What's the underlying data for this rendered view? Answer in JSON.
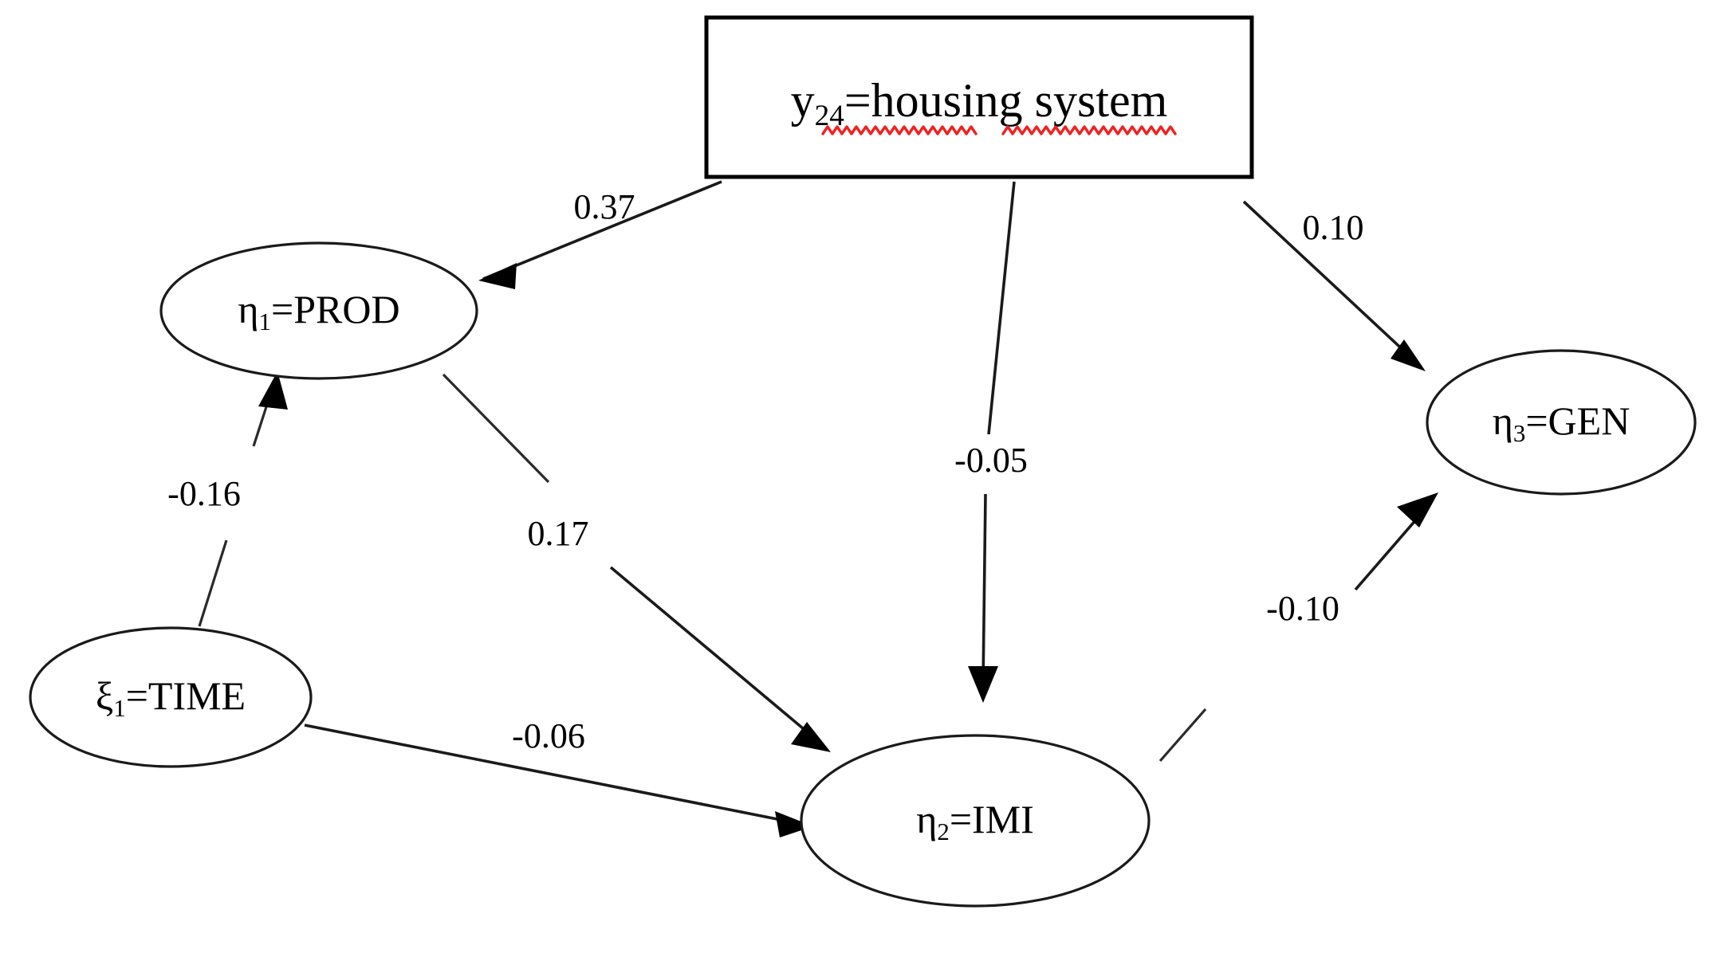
{
  "diagram": {
    "type": "path-diagram",
    "title": "",
    "background_color": "#ffffff",
    "line_color": "#1a1a1a",
    "text_color": "#000000",
    "spellcheck_underline_color": "#ee2222",
    "nodes": [
      {
        "id": "housing",
        "shape": "rectangle",
        "label": "y24=housing system",
        "label_prefix": "y",
        "label_subscript": "24",
        "label_suffix": "=housing system",
        "spellchecked_words": [
          "housing",
          "system"
        ]
      },
      {
        "id": "prod",
        "shape": "ellipse",
        "label": "η1=PROD",
        "label_prefix": "η",
        "label_subscript": "1",
        "label_suffix": "=PROD"
      },
      {
        "id": "gen",
        "shape": "ellipse",
        "label": "η3=GEN",
        "label_prefix": "η",
        "label_subscript": "3",
        "label_suffix": "=GEN"
      },
      {
        "id": "time",
        "shape": "ellipse",
        "label": "ξ1=TIME",
        "label_prefix": "ξ",
        "label_subscript": "1",
        "label_suffix": "=TIME"
      },
      {
        "id": "imi",
        "shape": "ellipse",
        "label": "η2=IMI",
        "label_prefix": "η",
        "label_subscript": "2",
        "label_suffix": "=IMI"
      }
    ],
    "edges": [
      {
        "id": "housing-prod",
        "from": "housing",
        "to": "prod",
        "coefficient": "0.37",
        "value": 0.37,
        "arrow": true
      },
      {
        "id": "housing-gen",
        "from": "housing",
        "to": "gen",
        "coefficient": "0.10",
        "value": 0.1,
        "arrow": true
      },
      {
        "id": "housing-imi",
        "from": "housing",
        "to": "imi",
        "coefficient": "-0.05",
        "value": -0.05,
        "arrow": true
      },
      {
        "id": "time-prod",
        "from": "time",
        "to": "prod",
        "coefficient": "-0.16",
        "value": -0.16,
        "arrow": true
      },
      {
        "id": "prod-imi",
        "from": "prod",
        "to": "imi",
        "coefficient": "0.17",
        "value": 0.17,
        "arrow": true
      },
      {
        "id": "time-imi",
        "from": "time",
        "to": "imi",
        "coefficient": "-0.06",
        "value": -0.06,
        "arrow": true
      },
      {
        "id": "imi-gen",
        "from": "imi",
        "to": "gen",
        "coefficient": "-0.10",
        "value": -0.1,
        "arrow": true
      }
    ]
  }
}
